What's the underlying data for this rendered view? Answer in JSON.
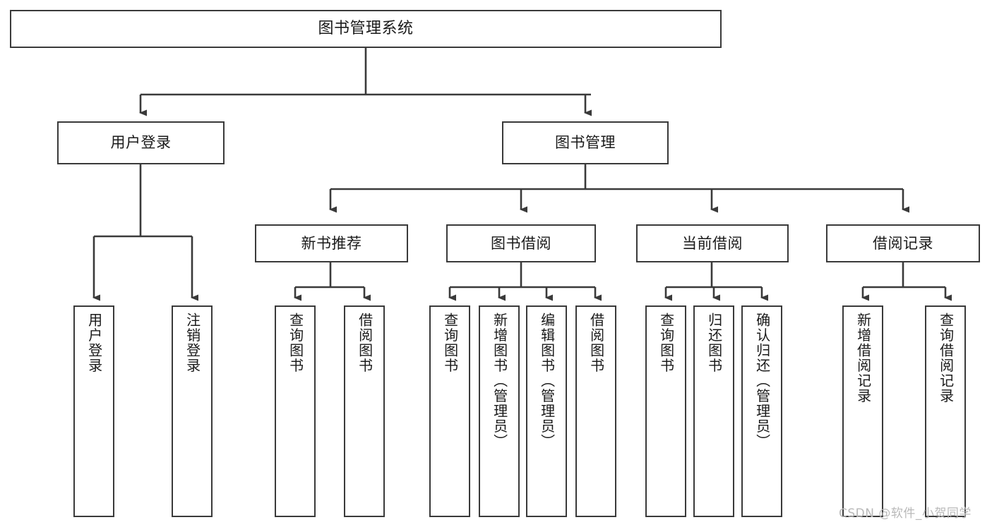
{
  "diagram": {
    "title": "图书管理系统",
    "type": "tree",
    "watermark": "CSDN @软件_小贺同学",
    "colors": {
      "box_border": "#3a3a3a",
      "box_fill": "#ffffff",
      "connector": "#3a3a3a",
      "text": "#1a1a1a",
      "watermark": "#b9b9b9"
    },
    "root": {
      "label": "图书管理系统"
    },
    "level1": [
      {
        "label": "用户登录"
      },
      {
        "label": "图书管理"
      }
    ],
    "level2": [
      {
        "label": "新书推荐"
      },
      {
        "label": "图书借阅"
      },
      {
        "label": "当前借阅"
      },
      {
        "label": "借阅记录"
      }
    ],
    "leaves": {
      "user_login": [
        {
          "label": "用户登录"
        },
        {
          "label": "注销登录"
        }
      ],
      "new_book_recommend": [
        {
          "label": "查询图书"
        },
        {
          "label": "借阅图书"
        }
      ],
      "book_borrow": [
        {
          "label": "查询图书"
        },
        {
          "label": "新增图书（管理员）"
        },
        {
          "label": "编辑图书（管理员）"
        },
        {
          "label": "借阅图书"
        }
      ],
      "current_borrow": [
        {
          "label": "查询图书"
        },
        {
          "label": "归还图书"
        },
        {
          "label": "确认归还（管理员）"
        }
      ],
      "borrow_record": [
        {
          "label": "新增借阅记录"
        },
        {
          "label": "查询借阅记录"
        }
      ]
    }
  }
}
